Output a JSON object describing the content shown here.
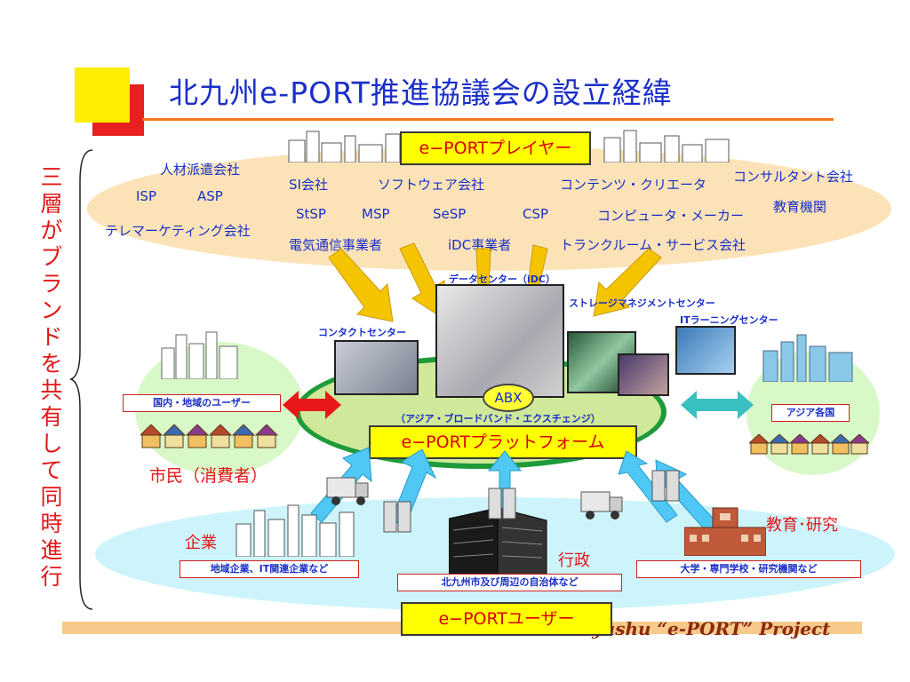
{
  "title": "北九州e-PORT推進協議会の設立経緯",
  "side_text": "三層がブランドを共有して同時進行",
  "players_box": "e−PORTプレイヤー",
  "players": {
    "p1": "人材派遣会社",
    "p2": "ISP",
    "p3": "ASP",
    "p4": "テレマーケティング会社",
    "p5": "SI会社",
    "p6": "ソフトウェア会社",
    "p7": "コンテンツ・クリエータ",
    "p8": "コンサルタント会社",
    "p9": "StSP",
    "p10": "MSP",
    "p11": "SeSP",
    "p12": "CSP",
    "p13": "コンピュータ・メーカー",
    "p14": "教育機関",
    "p15": "電気通信事業者",
    "p16": "iDC事業者",
    "p17": "トランクルーム・サービス会社"
  },
  "centers": {
    "idc": "データセンター（iDC）",
    "storage": "ストレージマネジメントセンター",
    "contact": "コンタクトセンター",
    "it_learning": "ITラーニングセンター",
    "abx": "ABX",
    "abx_caption": "（アジア・ブロードバンド・エクスチェンジ）"
  },
  "platform_box": "e−PORTプラットフォーム",
  "left_side": {
    "users": "国内・地域のユーザー",
    "citizen": "市民（消費者）"
  },
  "right_side": {
    "asia": "アジア各国"
  },
  "bottom": {
    "company": "企業",
    "company_desc": "地域企業、IT関連企業など",
    "government": "行政",
    "government_desc": "北九州市及び周辺の自治体など",
    "education": "教育･研究",
    "education_desc": "大学・専門学校・研究機関など"
  },
  "users_box": "e−PORTユーザー",
  "footer": "Kitakyushu “e-PORT” Project",
  "colors": {
    "title": "#1a2fc8",
    "accent_red": "#e01818",
    "box_yellow": "#ffff00",
    "arrow_yellow": "#f5c400",
    "arrow_blue": "#4fc8f5",
    "ring_green": "#1e9a3a"
  }
}
